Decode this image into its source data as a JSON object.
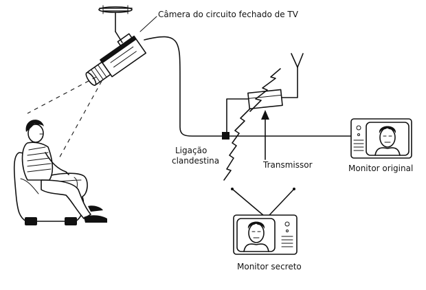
{
  "labels": {
    "camera": "Câmera do circuito fechado de TV",
    "tap": [
      "Ligação",
      "clandestina"
    ],
    "transmitter": "Transmissor",
    "original_monitor": "Monitor original",
    "secret_monitor": "Monitor secreto"
  },
  "colors": {
    "ink": "#111111",
    "paper": "#ffffff"
  }
}
